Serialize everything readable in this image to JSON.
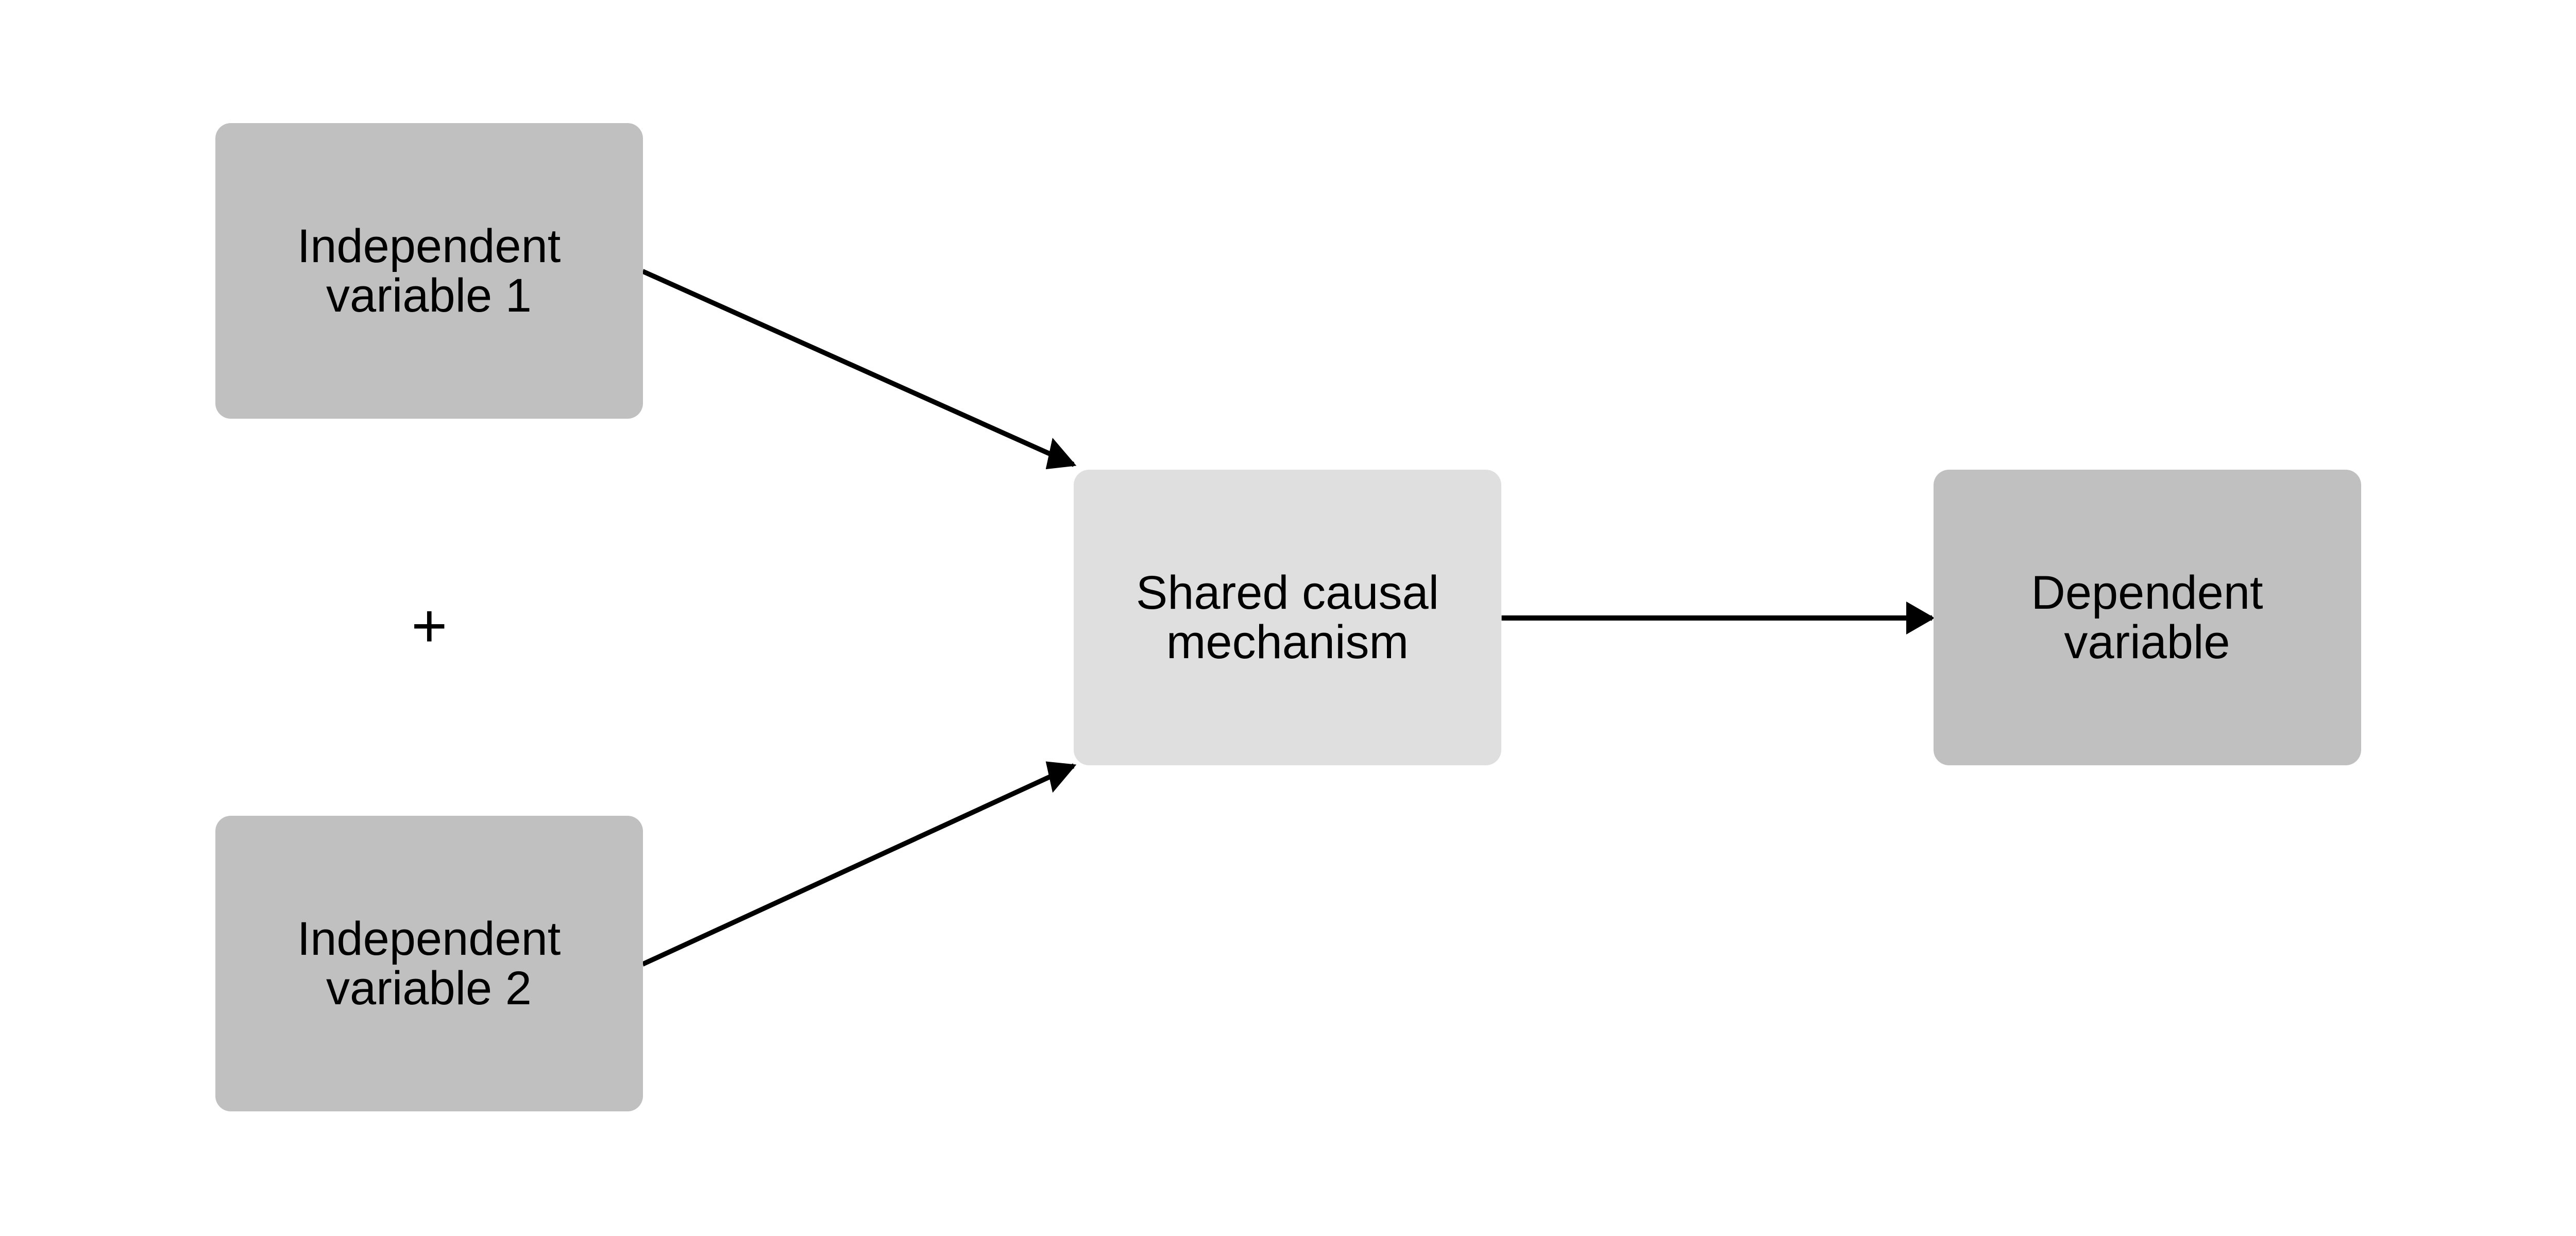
{
  "nodes": {
    "iv1": "Independent\nvariable 1",
    "iv2": "Independent\nvariable 2",
    "mechanism": "Shared causal\nmechanism",
    "dv": "Dependent\nvariable"
  },
  "operator": "+",
  "edges": [
    {
      "from": "iv1",
      "to": "mechanism"
    },
    {
      "from": "iv2",
      "to": "mechanism"
    },
    {
      "from": "mechanism",
      "to": "dv"
    }
  ],
  "colors": {
    "independent_fill": "#c0c0c0",
    "mechanism_fill": "#dfdfdf",
    "dependent_fill": "#c0c0c0",
    "arrow": "#000000"
  }
}
